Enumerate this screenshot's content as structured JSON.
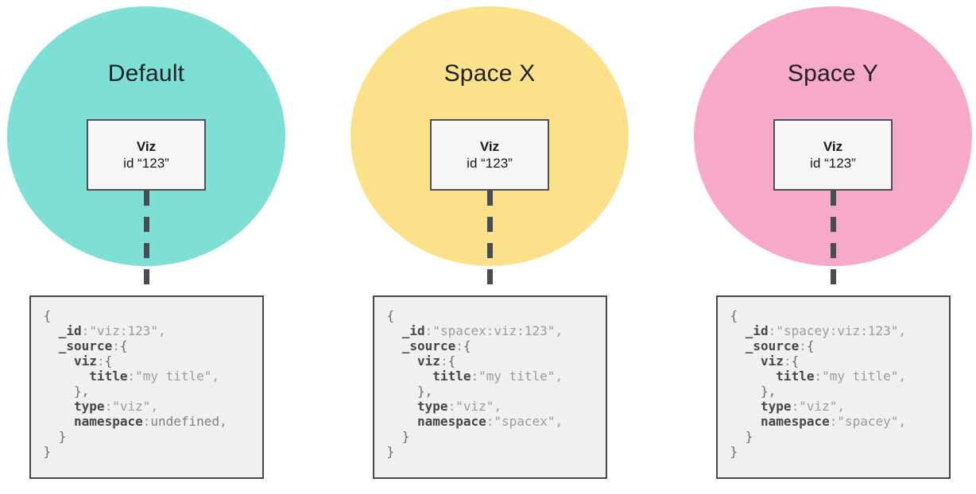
{
  "diagram": {
    "description_colors": {
      "default_circle": "#7edfd5",
      "spacex_circle": "#fbe189",
      "spacey_circle": "#f6a9c9",
      "viz_box_fill": "#f6f6f6",
      "viz_box_border": "#4d5159",
      "document_box_fill": "#f0f0f1",
      "document_box_border": "#43474f",
      "connector": "#474c55",
      "code_key": "#45464d",
      "code_value": "#9b9ba1",
      "code_punctuation": "#6c6d74"
    }
  },
  "spaces": [
    {
      "name": "Default",
      "circle_color": "#7edfd5",
      "viz_box": {
        "title": "Viz",
        "id_line": "id “123”"
      },
      "document_lines": [
        [
          [
            "p",
            "{"
          ]
        ],
        [
          [
            "w",
            "  "
          ],
          [
            "k",
            "_id"
          ],
          [
            "c",
            ":"
          ],
          [
            "s",
            "\"viz:123\","
          ]
        ],
        [
          [
            "w",
            "  "
          ],
          [
            "k",
            "_source"
          ],
          [
            "c",
            ":"
          ],
          [
            "p",
            "{"
          ]
        ],
        [
          [
            "w",
            "    "
          ],
          [
            "k",
            "viz"
          ],
          [
            "c",
            ":"
          ],
          [
            "p",
            "{"
          ]
        ],
        [
          [
            "w",
            "      "
          ],
          [
            "k",
            "title"
          ],
          [
            "c",
            ":"
          ],
          [
            "s",
            "\"my title\","
          ]
        ],
        [
          [
            "w",
            "    "
          ],
          [
            "p",
            "},"
          ]
        ],
        [
          [
            "w",
            "    "
          ],
          [
            "k",
            "type"
          ],
          [
            "c",
            ":"
          ],
          [
            "s",
            "\"viz\","
          ]
        ],
        [
          [
            "w",
            "    "
          ],
          [
            "k",
            "namespace"
          ],
          [
            "c",
            ":"
          ],
          [
            "u",
            "undefined,"
          ]
        ],
        [
          [
            "w",
            "  "
          ],
          [
            "p",
            "}"
          ]
        ],
        [
          [
            "p",
            "}"
          ]
        ]
      ]
    },
    {
      "name": "Space X",
      "circle_color": "#fbe189",
      "viz_box": {
        "title": "Viz",
        "id_line": "id “123”"
      },
      "document_lines": [
        [
          [
            "p",
            "{"
          ]
        ],
        [
          [
            "w",
            "  "
          ],
          [
            "k",
            "_id"
          ],
          [
            "c",
            ":"
          ],
          [
            "s",
            "\"spacex:viz:123\","
          ]
        ],
        [
          [
            "w",
            "  "
          ],
          [
            "k",
            "_source"
          ],
          [
            "c",
            ":"
          ],
          [
            "p",
            "{"
          ]
        ],
        [
          [
            "w",
            "    "
          ],
          [
            "k",
            "viz"
          ],
          [
            "c",
            ":"
          ],
          [
            "p",
            "{"
          ]
        ],
        [
          [
            "w",
            "      "
          ],
          [
            "k",
            "title"
          ],
          [
            "c",
            ":"
          ],
          [
            "s",
            "\"my title\","
          ]
        ],
        [
          [
            "w",
            "    "
          ],
          [
            "p",
            "},"
          ]
        ],
        [
          [
            "w",
            "    "
          ],
          [
            "k",
            "type"
          ],
          [
            "c",
            ":"
          ],
          [
            "s",
            "\"viz\","
          ]
        ],
        [
          [
            "w",
            "    "
          ],
          [
            "k",
            "namespace"
          ],
          [
            "c",
            ":"
          ],
          [
            "s",
            "\"spacex\","
          ]
        ],
        [
          [
            "w",
            "  "
          ],
          [
            "p",
            "}"
          ]
        ],
        [
          [
            "p",
            "}"
          ]
        ]
      ]
    },
    {
      "name": "Space Y",
      "circle_color": "#f6a9c9",
      "viz_box": {
        "title": "Viz",
        "id_line": "id “123”"
      },
      "document_lines": [
        [
          [
            "p",
            "{"
          ]
        ],
        [
          [
            "w",
            "  "
          ],
          [
            "k",
            "_id"
          ],
          [
            "c",
            ":"
          ],
          [
            "s",
            "\"spacey:viz:123\","
          ]
        ],
        [
          [
            "w",
            "  "
          ],
          [
            "k",
            "_source"
          ],
          [
            "c",
            ":"
          ],
          [
            "p",
            "{"
          ]
        ],
        [
          [
            "w",
            "    "
          ],
          [
            "k",
            "viz"
          ],
          [
            "c",
            ":"
          ],
          [
            "p",
            "{"
          ]
        ],
        [
          [
            "w",
            "      "
          ],
          [
            "k",
            "title"
          ],
          [
            "c",
            ":"
          ],
          [
            "s",
            "\"my title\","
          ]
        ],
        [
          [
            "w",
            "    "
          ],
          [
            "p",
            "},"
          ]
        ],
        [
          [
            "w",
            "    "
          ],
          [
            "k",
            "type"
          ],
          [
            "c",
            ":"
          ],
          [
            "s",
            "\"viz\","
          ]
        ],
        [
          [
            "w",
            "    "
          ],
          [
            "k",
            "namespace"
          ],
          [
            "c",
            ":"
          ],
          [
            "s",
            "\"spacey\","
          ]
        ],
        [
          [
            "w",
            "  "
          ],
          [
            "p",
            "}"
          ]
        ],
        [
          [
            "p",
            "}"
          ]
        ]
      ]
    }
  ]
}
